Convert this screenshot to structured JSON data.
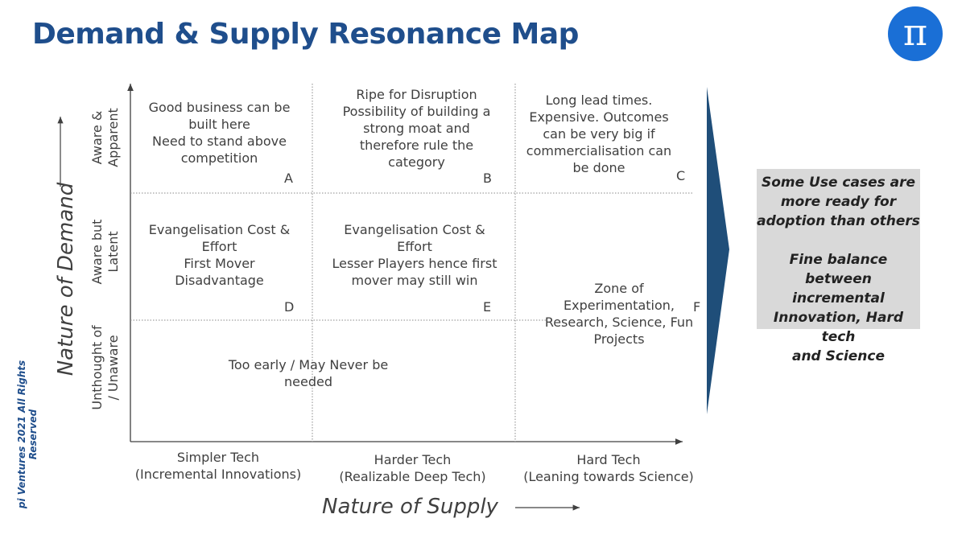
{
  "title": "Demand & Supply Resonance Map",
  "logo": "π",
  "footer": "pi Ventures 2021 All Rights Reserved",
  "axes": {
    "y_label": "Nature of Demand",
    "x_label": "Nature of Supply"
  },
  "rows": [
    {
      "line1": "Aware &",
      "line2": "Apparent"
    },
    {
      "line1": "Aware but",
      "line2": "Latent"
    },
    {
      "line1": "Unthought of",
      "line2": "/ Unaware"
    }
  ],
  "columns": [
    {
      "line1": "Simpler Tech",
      "line2": "(Incremental Innovations)"
    },
    {
      "line1": "Harder Tech",
      "line2": "(Realizable Deep Tech)"
    },
    {
      "line1": "Hard Tech",
      "line2": "(Leaning towards Science)"
    }
  ],
  "cells": {
    "A": {
      "letter": "A",
      "lines": [
        "Good business can be",
        "built here",
        "Need to stand above",
        "competition"
      ]
    },
    "B": {
      "letter": "B",
      "lines": [
        "Ripe for Disruption",
        "Possibility of building a",
        "strong moat and",
        "therefore rule the",
        "category"
      ]
    },
    "C": {
      "letter": "C",
      "lines": [
        "Long lead times.",
        "Expensive. Outcomes",
        "can be very big if",
        "commercialisation can",
        "be done"
      ]
    },
    "D": {
      "letter": "D",
      "lines": [
        "Evangelisation Cost &",
        "Effort",
        "First Mover",
        "Disadvantage"
      ]
    },
    "E": {
      "letter": "E",
      "lines": [
        "Evangelisation Cost &",
        "Effort",
        "Lesser Players hence first",
        "mover may still win"
      ]
    },
    "F": {
      "letter": "F",
      "lines": [
        "Zone of",
        "Experimentation,",
        "Research, Science, Fun",
        "Projects"
      ]
    },
    "G": {
      "lines": [
        "Too early / May Never be",
        "needed"
      ]
    }
  },
  "sidebox": {
    "para1": [
      "Some Use cases are",
      "more ready for",
      "adoption than others"
    ],
    "para2": [
      "Fine balance between",
      "incremental",
      "Innovation, Hard tech",
      "and Science"
    ]
  },
  "colors": {
    "title": "#1f4e8c",
    "logo": "#1a6fd6",
    "arrow": "#1f4e79",
    "box": "#d9d9d9"
  }
}
